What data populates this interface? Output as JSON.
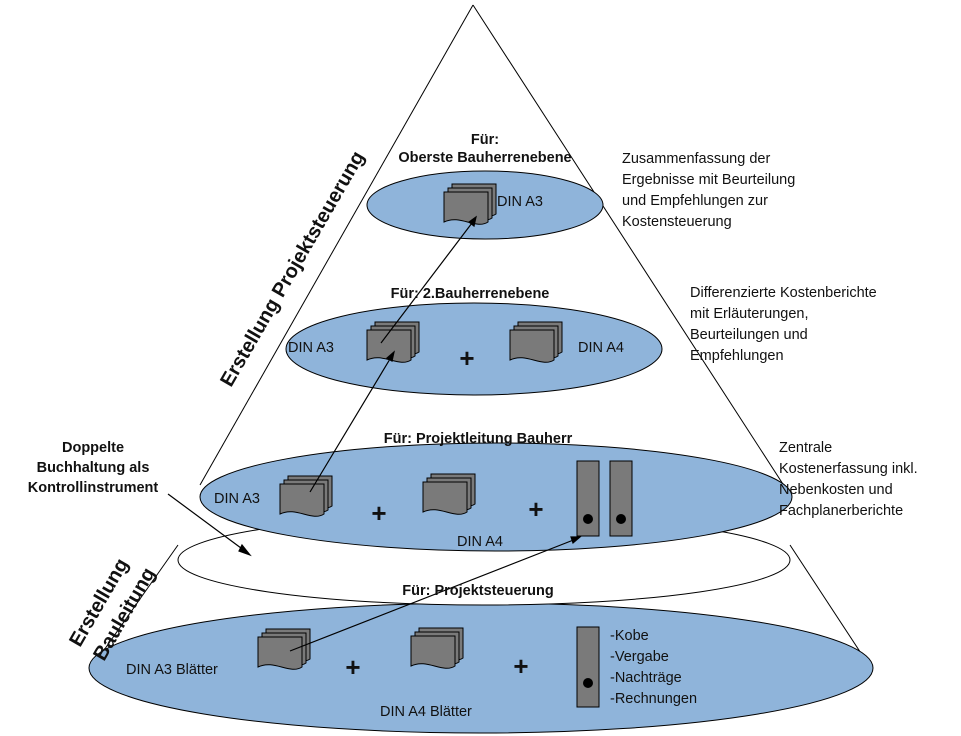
{
  "colors": {
    "ellipse_fill": "#8FB4DA",
    "doc_fill": "#7A7A7A",
    "stroke": "#000000"
  },
  "left_labels": {
    "projektsteuerung": "Erstellung Projektsteuerung",
    "bauleitung_line1": "Erstellung",
    "bauleitung_line2": "Bauleitung",
    "doppelte_line1": "Doppelte",
    "doppelte_line2": "Buchhaltung als",
    "doppelte_line3": "Kontrollinstrument"
  },
  "levels": [
    {
      "title_line1": "Für:",
      "title_line2": "Oberste Bauherrenebene",
      "doc_label": "DIN A3",
      "description": [
        "Zusammenfassung der",
        "Ergebnisse mit Beurteilung",
        "und Empfehlungen zur",
        "Kostensteuerung"
      ]
    },
    {
      "title": "Für: 2.Bauherrenebene",
      "doc_label_a3": "DIN A3",
      "doc_label_a4": "DIN A4",
      "plus": "+",
      "description": [
        "Differenzierte Kostenberichte",
        "mit Erläuterungen,",
        "Beurteilungen und",
        "Empfehlungen"
      ]
    },
    {
      "title": "Für: Projektleitung Bauherr",
      "doc_label_a3": "DIN A3",
      "doc_label_a4": "DIN A4",
      "plus": "+",
      "description": [
        "Zentrale",
        "Kostenerfassung inkl.",
        "Nebenkosten und",
        "Fachplanerberichte"
      ]
    },
    {
      "title": "Für: Projektsteuerung",
      "doc_label_a3": "DIN A3 Blätter",
      "doc_label_a4": "DIN A4 Blätter",
      "plus": "+",
      "list": [
        "-Kobe",
        "-Vergabe",
        "-Nachträge",
        "-Rechnungen"
      ]
    }
  ]
}
